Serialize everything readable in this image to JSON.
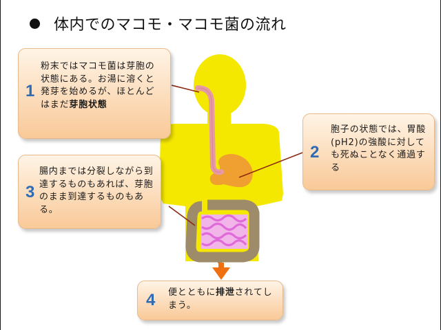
{
  "title": "体内でのマコモ・マコモ菌の流れ",
  "colors": {
    "body": "#f5e800",
    "esophagus": "#e79aa6",
    "stomach": "#f0a030",
    "colon": "#9e8b6a",
    "small_intestine": "#e06ad8",
    "arrow_down": "#f07010",
    "number": "#2f6bb3",
    "callout_fill_top": "#fff4e6",
    "callout_fill_bottom": "#f9c998",
    "pointer_line": "#8b2a10"
  },
  "callouts": [
    {
      "number": "1",
      "text": "粉末ではマコモ菌は芽胞の状態にある。お湯に溶くと発芽を始めるが、ほとんどはまだ",
      "bold": "芽胞状態"
    },
    {
      "number": "2",
      "text": "胞子の状態では、胃酸(pH2)の強酸に対しても死ぬことなく通過する"
    },
    {
      "number": "3",
      "text": "腸内までは分裂しながら到達するものもあれば、芽胞のまま到達するものもある。"
    },
    {
      "number": "4",
      "text_pre": "便とともに",
      "bold": "排泄",
      "text_post": "されてしまう。"
    }
  ]
}
